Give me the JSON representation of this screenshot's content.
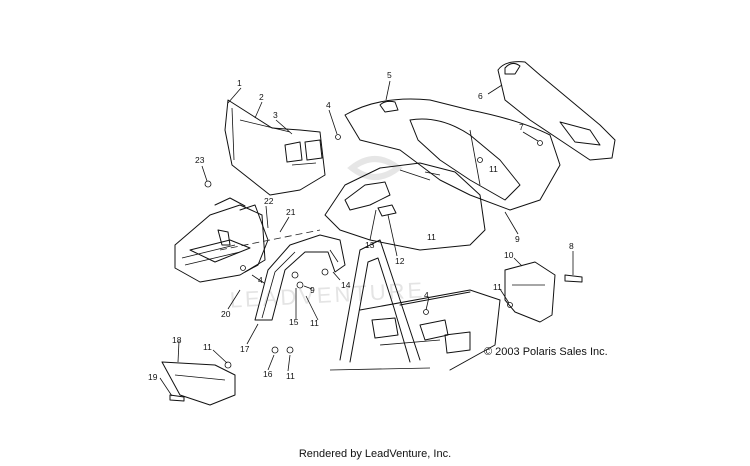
{
  "diagram": {
    "callouts": [
      "1",
      "2",
      "3",
      "4",
      "5",
      "6",
      "7",
      "8",
      "9",
      "10",
      "11",
      "11",
      "11",
      "11",
      "11",
      "12",
      "13",
      "14",
      "15",
      "16",
      "17",
      "18",
      "19",
      "20",
      "21",
      "22",
      "23",
      "4",
      "4",
      "9",
      "11"
    ],
    "watermark": "LEADVENTURE",
    "copyright": "© 2003 Polaris Sales Inc.",
    "footer": "Rendered by LeadVenture, Inc."
  }
}
